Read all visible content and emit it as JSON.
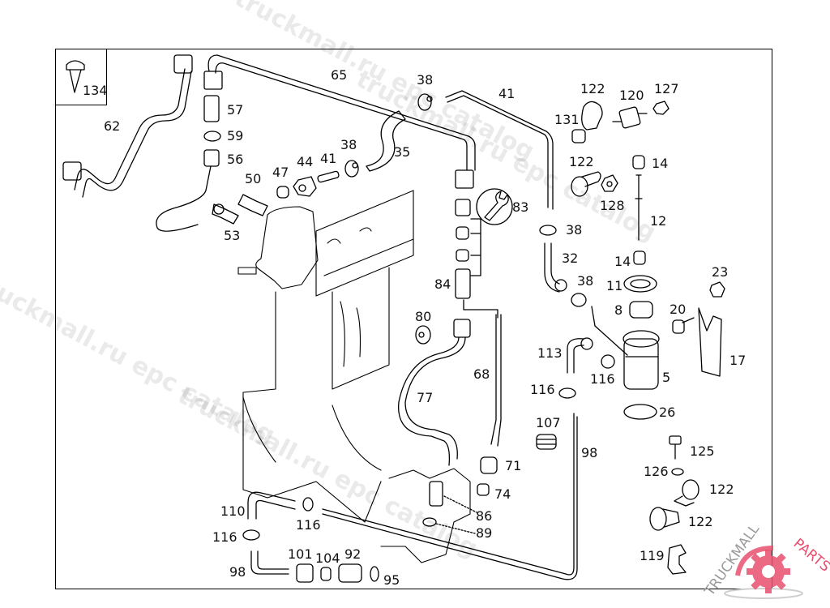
{
  "diagram": {
    "type": "exploded parts diagram",
    "subject": "engine fuel system lines, filter and fittings",
    "inset_label": "134",
    "part_labels": [
      {
        "id": "lbl-134",
        "text": "134"
      },
      {
        "id": "lbl-62",
        "text": "62"
      },
      {
        "id": "lbl-57",
        "text": "57"
      },
      {
        "id": "lbl-59",
        "text": "59"
      },
      {
        "id": "lbl-56",
        "text": "56"
      },
      {
        "id": "lbl-65",
        "text": "65"
      },
      {
        "id": "lbl-50",
        "text": "50"
      },
      {
        "id": "lbl-47",
        "text": "47"
      },
      {
        "id": "lbl-44",
        "text": "44"
      },
      {
        "id": "lbl-41a",
        "text": "41"
      },
      {
        "id": "lbl-38a",
        "text": "38"
      },
      {
        "id": "lbl-35",
        "text": "35"
      },
      {
        "id": "lbl-53",
        "text": "53"
      },
      {
        "id": "lbl-38b",
        "text": "38"
      },
      {
        "id": "lbl-41b",
        "text": "41"
      },
      {
        "id": "lbl-83",
        "text": "83"
      },
      {
        "id": "lbl-84",
        "text": "84"
      },
      {
        "id": "lbl-80",
        "text": "80"
      },
      {
        "id": "lbl-77",
        "text": "77"
      },
      {
        "id": "lbl-68",
        "text": "68"
      },
      {
        "id": "lbl-71",
        "text": "71"
      },
      {
        "id": "lbl-74",
        "text": "74"
      },
      {
        "id": "lbl-86",
        "text": "86"
      },
      {
        "id": "lbl-89",
        "text": "89"
      },
      {
        "id": "lbl-110",
        "text": "110"
      },
      {
        "id": "lbl-116a",
        "text": "116"
      },
      {
        "id": "lbl-116b",
        "text": "116"
      },
      {
        "id": "lbl-98a",
        "text": "98"
      },
      {
        "id": "lbl-101",
        "text": "101"
      },
      {
        "id": "lbl-104",
        "text": "104"
      },
      {
        "id": "lbl-92",
        "text": "92"
      },
      {
        "id": "lbl-95",
        "text": "95"
      },
      {
        "id": "lbl-122a",
        "text": "122"
      },
      {
        "id": "lbl-120",
        "text": "120"
      },
      {
        "id": "lbl-127",
        "text": "127"
      },
      {
        "id": "lbl-131",
        "text": "131"
      },
      {
        "id": "lbl-122b",
        "text": "122"
      },
      {
        "id": "lbl-14a",
        "text": "14"
      },
      {
        "id": "lbl-128",
        "text": "128"
      },
      {
        "id": "lbl-12",
        "text": "12"
      },
      {
        "id": "lbl-38c",
        "text": "38"
      },
      {
        "id": "lbl-32",
        "text": "32"
      },
      {
        "id": "lbl-14b",
        "text": "14"
      },
      {
        "id": "lbl-38d",
        "text": "38"
      },
      {
        "id": "lbl-11",
        "text": "11"
      },
      {
        "id": "lbl-8",
        "text": "8"
      },
      {
        "id": "lbl-20",
        "text": "20"
      },
      {
        "id": "lbl-23",
        "text": "23"
      },
      {
        "id": "lbl-17",
        "text": "17"
      },
      {
        "id": "lbl-113",
        "text": "113"
      },
      {
        "id": "lbl-116c",
        "text": "116"
      },
      {
        "id": "lbl-5",
        "text": "5"
      },
      {
        "id": "lbl-116d",
        "text": "116"
      },
      {
        "id": "lbl-26",
        "text": "26"
      },
      {
        "id": "lbl-107",
        "text": "107"
      },
      {
        "id": "lbl-98b",
        "text": "98"
      },
      {
        "id": "lbl-125",
        "text": "125"
      },
      {
        "id": "lbl-126",
        "text": "126"
      },
      {
        "id": "lbl-122c",
        "text": "122"
      },
      {
        "id": "lbl-122d",
        "text": "122"
      },
      {
        "id": "lbl-119",
        "text": "119"
      }
    ],
    "special_icons": [
      {
        "name": "wrench-icon",
        "label": "83",
        "meaning": "tool / service part"
      }
    ]
  },
  "watermarks": [
    "truckmall.ru epc catalog",
    "truckmall.ru epc catalog",
    "truckmall.ru epc catalog",
    "truckmall.ru epc catalog"
  ],
  "logo": {
    "text_left": "TRUCKMALL",
    "text_right": "PARTS",
    "accent_color": "#e8506e",
    "text_color": "#9a9a9a"
  }
}
